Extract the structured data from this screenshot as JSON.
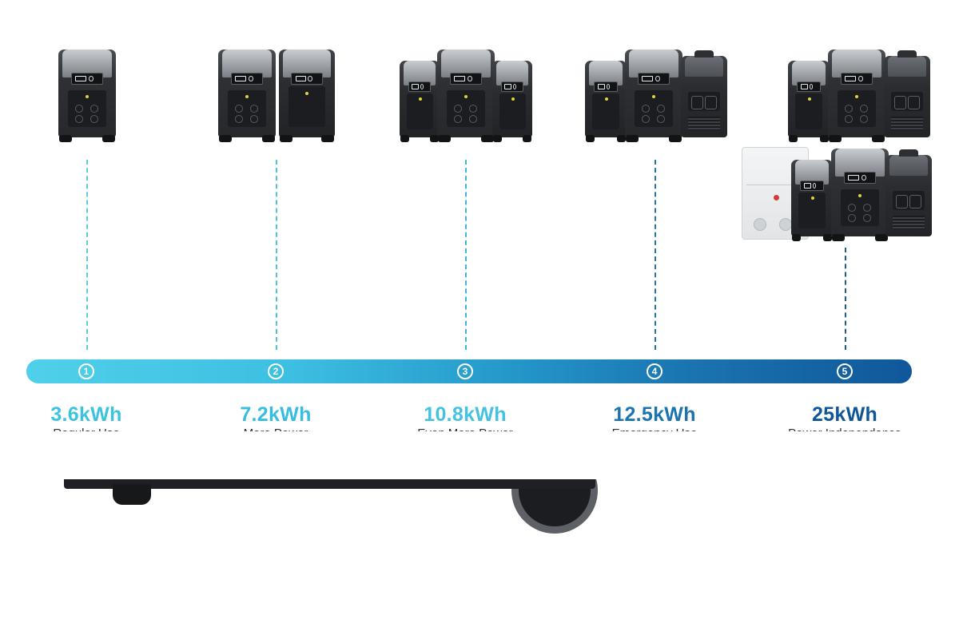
{
  "colors": {
    "tier_1": "#3cc3dd",
    "tier_2": "#36bde0",
    "tier_3": "#45c2e0",
    "tier_4": "#1b74b0",
    "tier_5": "#10579a",
    "sublabel": "#333333"
  },
  "tiers": [
    {
      "step": "1",
      "capacity": "3.6kWh",
      "use": "Regular Use",
      "products": [
        "delta-pro-icon"
      ]
    },
    {
      "step": "2",
      "capacity": "7.2kWh",
      "use": "More Power",
      "products": [
        "delta-pro-icon",
        "extra-battery-icon"
      ]
    },
    {
      "step": "3",
      "capacity": "10.8kWh",
      "use": "Even More Power",
      "products": [
        "extra-battery-icon",
        "delta-pro-icon",
        "extra-battery-icon"
      ]
    },
    {
      "step": "4",
      "capacity": "12.5kWh",
      "use": "Emergency Use",
      "products": [
        "extra-battery-icon",
        "delta-pro-icon",
        "smart-generator-icon"
      ]
    },
    {
      "step": "5",
      "capacity": "25kWh",
      "use": "Power Independance",
      "products": [
        "extra-battery-icon",
        "delta-pro-icon",
        "smart-generator-icon",
        "smart-home-panel-icon",
        "extra-battery-icon",
        "delta-pro-icon",
        "smart-generator-icon"
      ]
    }
  ]
}
